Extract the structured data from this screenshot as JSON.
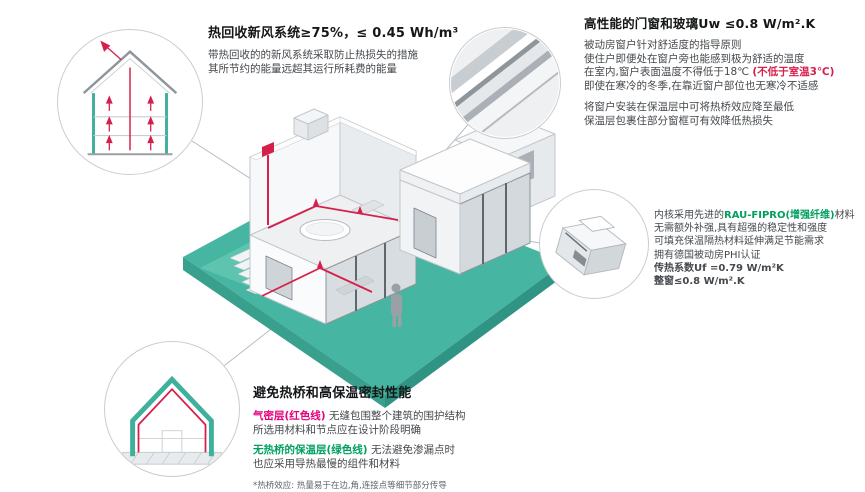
{
  "colors": {
    "teal": "#46b5a1",
    "teal_dark": "#2f9484",
    "duct_red": "#d6204c",
    "airtight_pink": "#e5007d",
    "insulation_green": "#3fb09c",
    "text_green": "#00a060",
    "connector_gray": "#b7bcc1"
  },
  "callouts": {
    "heat_recovery": {
      "title": "热回收新风系统≥75%，≤ 0.45 Wh/m³",
      "body1": "带热回收的的新风系统采取防止热损失的措施",
      "body2": "其所节约的能量远超其运行所耗费的能量"
    },
    "windows": {
      "title": "高性能的门窗和玻璃Uw ≤0.8 W/m².K",
      "p1": "被动房窗户针对舒适度的指导原则",
      "p2": "使住户即便处在窗户旁也能感到极为舒适的温度",
      "p3a": "在室内,窗户表面温度不得低于18℃ ",
      "p3b": "(不低于室温3℃)",
      "p4": "即使在寒冷的冬季,在靠近窗户部位也无寒冷不适感",
      "p5": "将窗户安装在保温层中可将热桥效应降至最低",
      "p6": "保温层包裹住部分窗框可有效降低热损失"
    },
    "profile": {
      "l1a": "内核采用先进的",
      "l1b": "RAU-FIPRO(增强纤维)",
      "l1c": "材料",
      "l2": "无需额外补强,具有超强的稳定性和强度",
      "l3": "可填充保温隔热材料延伸满足节能需求",
      "l4": "拥有德国被动房PHI认证",
      "l5": "传热系数Uf =0.79 W/m²K",
      "l6": "整窗≤0.8 W/m².K"
    },
    "thermal": {
      "title": "避免热桥和高保温密封性能",
      "l1a": "气密层(红色线)",
      "l1b": " 无缝包围整个建筑的围护结构",
      "l2": "所选用材料和节点应在设计阶段明确",
      "l3a": "无热桥的保温层(绿色线)",
      "l3b": " 无法避免渗漏点时",
      "l4": "也应采用导热最慢的组件和材料",
      "footnote": "*热桥效应: 热量易于在边,角,连接点等细节部分传导"
    }
  }
}
